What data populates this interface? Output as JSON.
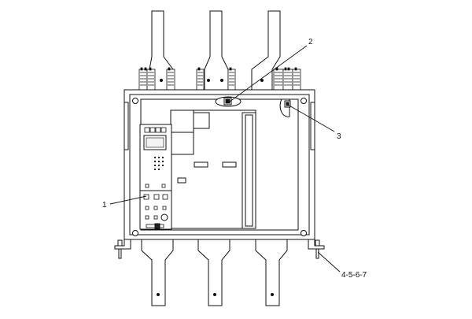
{
  "callouts": [
    {
      "id": "c1",
      "label": "1"
    },
    {
      "id": "c2",
      "label": "2"
    },
    {
      "id": "c3",
      "label": "3"
    },
    {
      "id": "c4",
      "label": "4-5-6-7"
    }
  ],
  "colors": {
    "line": "#111111",
    "background": "#ffffff",
    "fill_light": "#f4f4f4",
    "fill_dark": "#222222"
  }
}
